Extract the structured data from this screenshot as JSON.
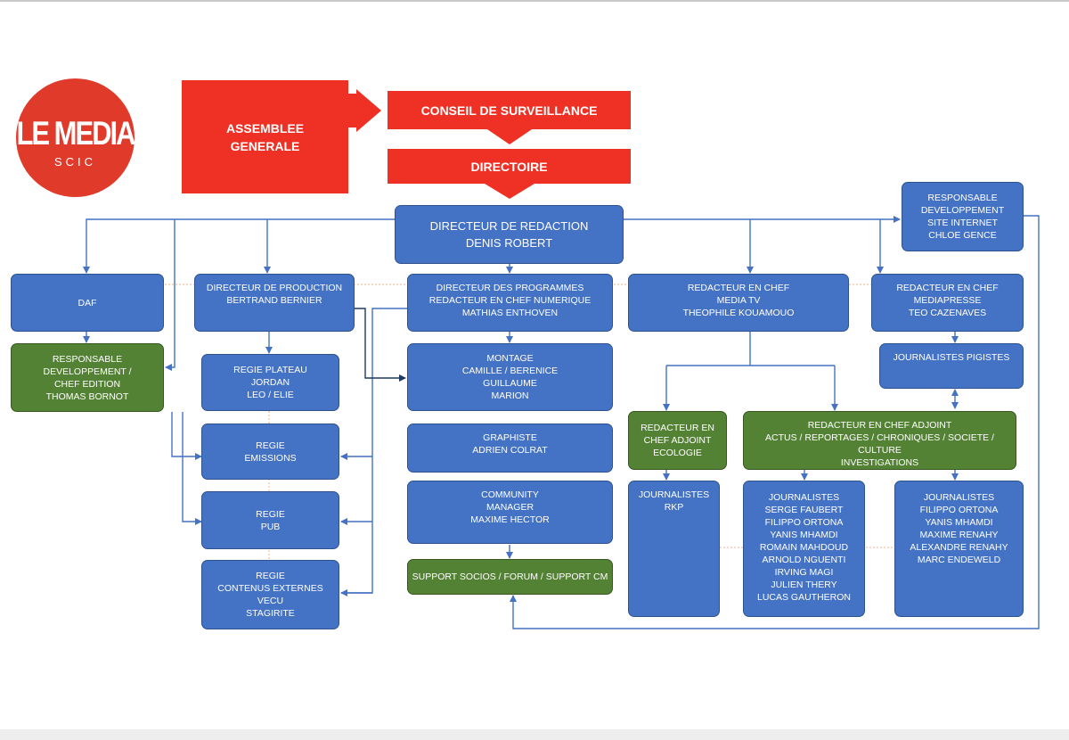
{
  "logo": {
    "word": "LE MEDIA",
    "sub": "SCIC"
  },
  "governance": {
    "assemblee": "ASSEMBLEE\nGENERALE",
    "conseil": "CONSEIL DE SURVEILLANCE",
    "directoire": "DIRECTOIRE"
  },
  "nodes": {
    "directeur_redaction": "DIRECTEUR DE REDACTION\nDENIS ROBERT",
    "responsable_site": "RESPONSABLE\nDEVELOPPEMENT\nSITE INTERNET\nCHLOE GENCE",
    "daf": "DAF",
    "resp_edition": "RESPONSABLE\nDEVELOPPEMENT /\nCHEF EDITION\nTHOMAS BORNOT",
    "directeur_production": "DIRECTEUR DE PRODUCTION\nBERTRAND BERNIER",
    "regie_plateau": "REGIE  PLATEAU\nJORDAN\nLEO / ELIE",
    "regie_emissions": "REGIE\nEMISSIONS",
    "regie_pub": "REGIE\nPUB",
    "regie_contenus": "REGIE\nCONTENUS EXTERNES\nVECU\nSTAGIRITE",
    "directeur_programmes": "DIRECTEUR DES PROGRAMMES\nREDACTEUR EN CHEF NUMERIQUE\nMATHIAS ENTHOVEN",
    "montage": "MONTAGE\nCAMILLE / BERENICE\nGUILLAUME\nMARION",
    "graphiste": "GRAPHISTE\nADRIEN COLRAT",
    "community": "COMMUNITY\nMANAGER\nMAXIME HECTOR",
    "support": "SUPPORT SOCIOS / FORUM / SUPPORT CM",
    "redac_mediatv": "REDACTEUR EN CHEF\nMEDIA TV\nTHEOPHILE KOUAMOUO",
    "redac_mediapresse": "REDACTEUR EN CHEF\nMEDIAPRESSE\nTEO CAZENAVES",
    "journalistes_pigistes": "JOURNALISTES PIGISTES",
    "adjoint_ecologie": "REDACTEUR EN\nCHEF ADJOINT\nECOLOGIE",
    "adjoint_actus": "REDACTEUR EN CHEF ADJOINT\nACTUS / REPORTAGES / CHRONIQUES / SOCIETE / CULTURE\nINVESTIGATIONS",
    "journalistes_rkp": "JOURNALISTES\nRKP",
    "journalistes_a": "JOURNALISTES\nSERGE FAUBERT\nFILIPPO ORTONA\nYANIS MHAMDI\nROMAIN MAHDOUD\nARNOLD NGUENTI\nIRVING MAGI\nJULIEN THERY\nLUCAS GAUTHERON",
    "journalistes_b": "JOURNALISTES\nFILIPPO ORTONA\nYANIS MHAMDI\nMAXIME RENAHY\nALEXANDRE RENAHY\nMARC ENDEWELD"
  },
  "colors": {
    "node_blue": "#4472c4",
    "node_green": "#548235",
    "governance_red": "#ee3124",
    "connector": "#4472c4",
    "dotted": "#f4b183"
  }
}
